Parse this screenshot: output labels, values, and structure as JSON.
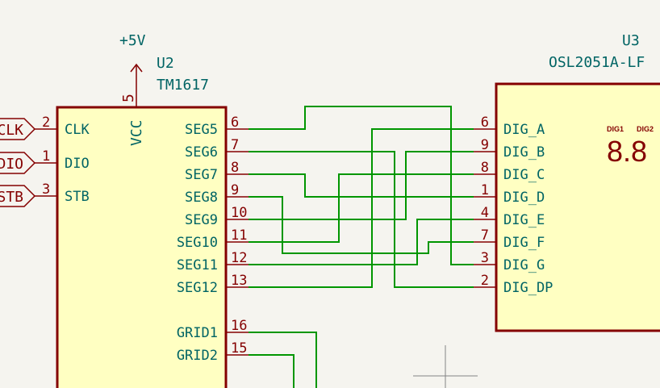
{
  "power": {
    "label": "+5V"
  },
  "u2": {
    "ref": "U2",
    "value": "TM1617",
    "vcc_pin": {
      "num": "5",
      "name": "VCC"
    },
    "left_pins": [
      {
        "num": "2",
        "name": "CLK",
        "label": "CLK"
      },
      {
        "num": "1",
        "name": "DIO",
        "label": "DIO"
      },
      {
        "num": "3",
        "name": "STB",
        "label": "STB"
      }
    ],
    "right_pins": [
      {
        "num": "6",
        "name": "SEG5"
      },
      {
        "num": "7",
        "name": "SEG6"
      },
      {
        "num": "8",
        "name": "SEG7"
      },
      {
        "num": "9",
        "name": "SEG8"
      },
      {
        "num": "10",
        "name": "SEG9"
      },
      {
        "num": "11",
        "name": "SEG10"
      },
      {
        "num": "12",
        "name": "SEG11"
      },
      {
        "num": "13",
        "name": "SEG12"
      },
      {
        "num": "16",
        "name": "GRID1"
      },
      {
        "num": "15",
        "name": "GRID2"
      }
    ]
  },
  "u3": {
    "ref": "U3",
    "value": "OSL2051A-LF",
    "pins": [
      {
        "num": "6",
        "name": "DIG_A"
      },
      {
        "num": "9",
        "name": "DIG_B"
      },
      {
        "num": "8",
        "name": "DIG_C"
      },
      {
        "num": "1",
        "name": "DIG_D"
      },
      {
        "num": "4",
        "name": "DIG_E"
      },
      {
        "num": "7",
        "name": "DIG_F"
      },
      {
        "num": "3",
        "name": "DIG_G"
      },
      {
        "num": "2",
        "name": "DIG_DP"
      }
    ],
    "display": {
      "dig1": "DIG1",
      "dig2": "DIG2",
      "digits": "8.8"
    }
  },
  "colors": {
    "background": "#f5f4ef",
    "component_body": "#ffffc2",
    "component_outline": "#840000",
    "text_teal": "#006464",
    "pin_number": "#840000",
    "wire": "#009600",
    "cursor": "#848484"
  }
}
